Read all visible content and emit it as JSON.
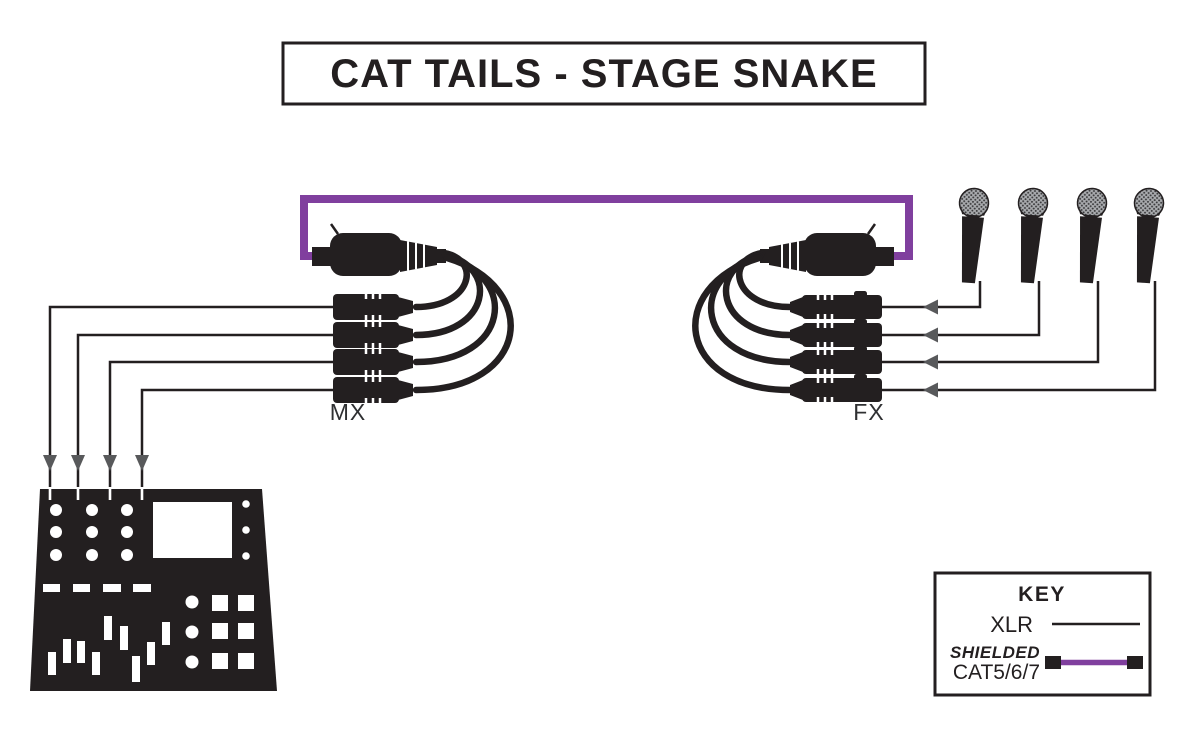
{
  "title": "CAT TAILS - STAGE SNAKE",
  "diagram": {
    "left_breakout_label": "MX",
    "right_breakout_label": "FX",
    "microphone_count": 4,
    "xlr_tails_per_breakout": 4
  },
  "key": {
    "title": "KEY",
    "xlr": {
      "label": "XLR"
    },
    "shielded": {
      "line1": "SHIELDED",
      "line2": "CAT5/6/7"
    }
  },
  "colors": {
    "ink_black": "#231f20",
    "cat_cable_purple": "#803f9e",
    "arrow_gray": "#58595b",
    "mic_grille_gray": "#a9abae",
    "background": "#ffffff"
  },
  "icons": {
    "mixer": "mixing-console-icon",
    "microphone": "microphone-icon",
    "breakout_adapter": "breakout-adapter-icon",
    "xlr_connector": "xlr-connector-icon",
    "arrow": "signal-direction-arrow-icon"
  }
}
